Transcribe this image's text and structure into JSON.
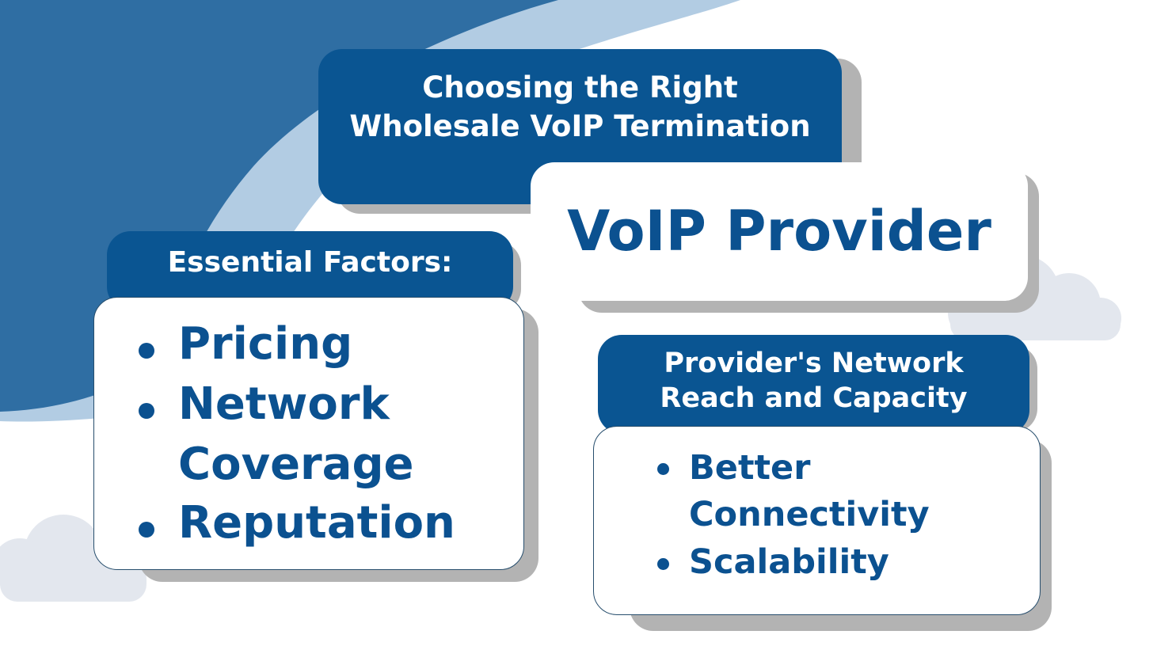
{
  "colors": {
    "blob_dark": "#2f6ea3",
    "blob_light": "#b2cce3",
    "box_blue": "#0a5592",
    "text_blue": "#0b5190",
    "shadow": "#b3b3b3",
    "cloud": "#e3e7ee"
  },
  "title": {
    "line1": "Choosing the Right",
    "line2": "Wholesale VoIP Termination",
    "highlight": "VoIP Provider"
  },
  "essential": {
    "heading": "Essential Factors:",
    "items": [
      "Pricing",
      "Network",
      "Coverage",
      "Reputation"
    ]
  },
  "network": {
    "heading_line1": "Provider's Network",
    "heading_line2": "Reach and Capacity",
    "items": [
      "Better",
      "Connectivity",
      "Scalability"
    ]
  }
}
